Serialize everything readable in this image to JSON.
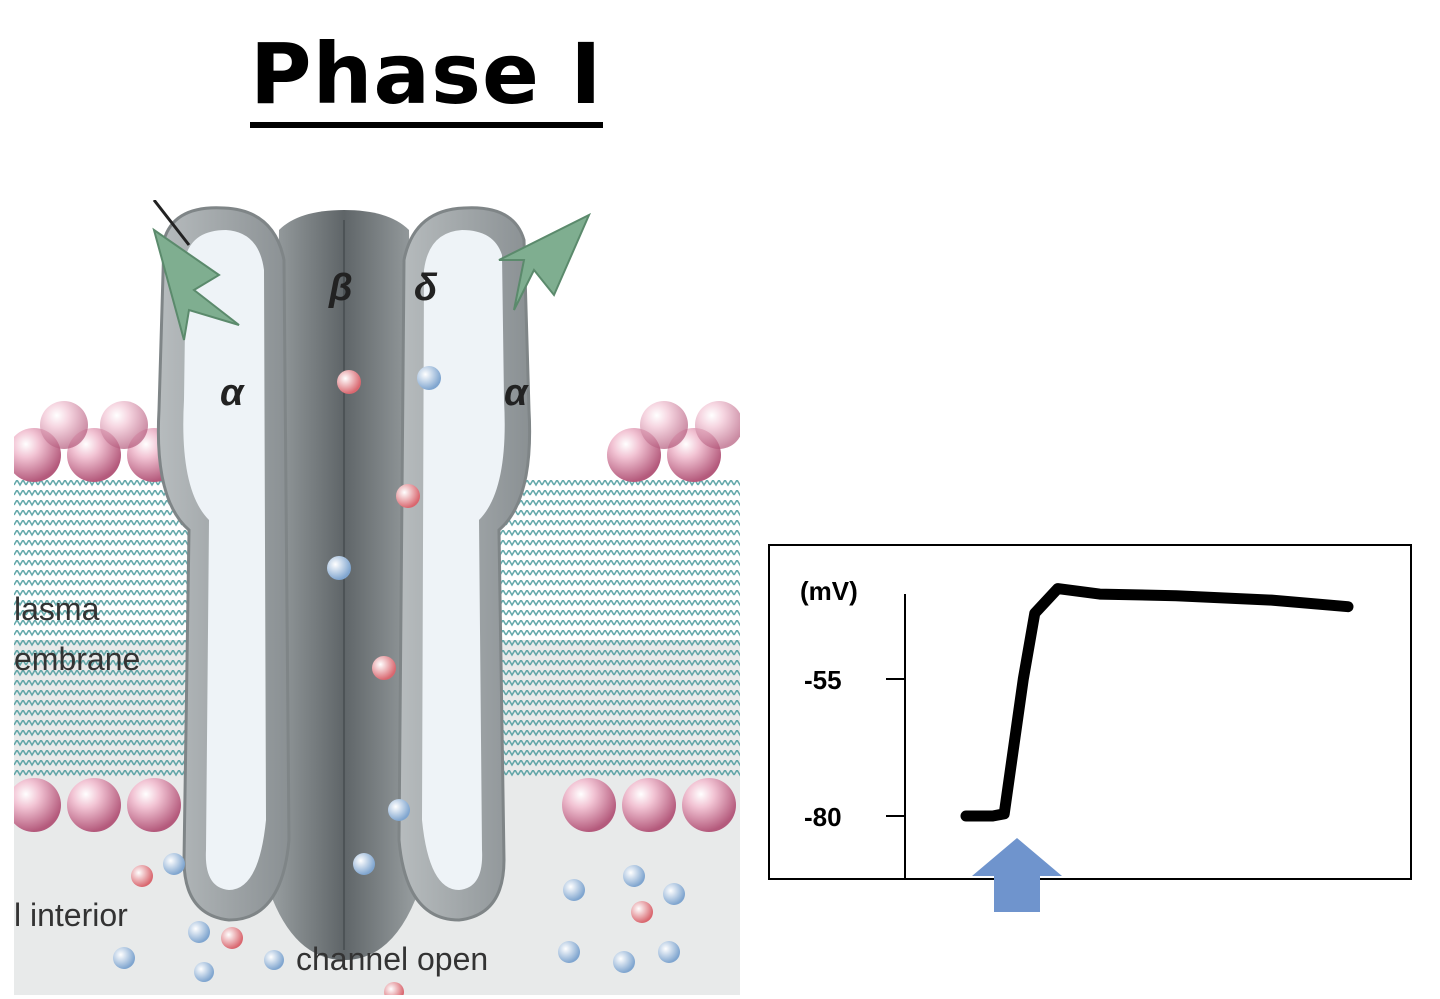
{
  "title": "Phase I",
  "diagram": {
    "subunits": {
      "left_outer": "α",
      "left_inner": "β",
      "right_inner": "δ",
      "right_outer": "α"
    },
    "labels": {
      "membrane_line1": "lasma",
      "membrane_line2": "embrane",
      "interior": "l interior",
      "channel": "channel open"
    }
  },
  "chart_data": {
    "type": "line",
    "ylabel": "(mV)",
    "yticks": [
      -55,
      -80
    ],
    "series": [
      {
        "points": [
          [
            0,
            -80
          ],
          [
            0.07,
            -80
          ],
          [
            0.1,
            -79.6
          ],
          [
            0.15,
            -55
          ],
          [
            0.18,
            -43
          ],
          [
            0.24,
            -38.5
          ],
          [
            0.35,
            -39.5
          ],
          [
            0.55,
            -39.8
          ],
          [
            0.8,
            -40.6
          ],
          [
            1.0,
            -41.8
          ]
        ]
      }
    ],
    "stimulus_marker": "up-arrow",
    "colors": {
      "trace": "#000000",
      "marker": "#6f94cd"
    }
  }
}
